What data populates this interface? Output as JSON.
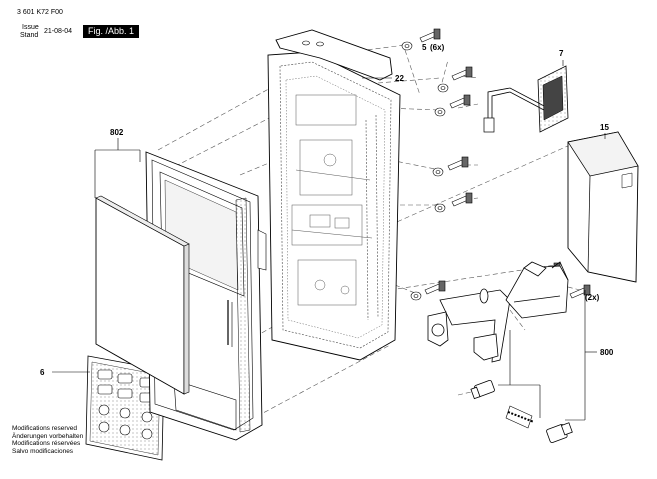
{
  "header": {
    "doc_number": "3 601 K72 F00",
    "issue_label": "Issue",
    "stand_label": "Stand",
    "date": "21-08-04",
    "figure_label": "Fig. /Abb. 1"
  },
  "footer": {
    "modifications": [
      "Modifications reserved",
      "Änderungen vorbehalten",
      "Modifications réservées",
      "Salvo modificaciones"
    ]
  },
  "parts": {
    "p5": "5",
    "p5_qty": "(6x)",
    "p6": "6",
    "p7": "7",
    "p15": "15",
    "p22": "22",
    "p800": "800",
    "p802": "802",
    "screw_qty": "(2x)"
  },
  "colors": {
    "line": "#000000",
    "dash": "#555555",
    "fill": "#ffffff",
    "shade": "#e8e8e8",
    "dark": "#444444"
  }
}
